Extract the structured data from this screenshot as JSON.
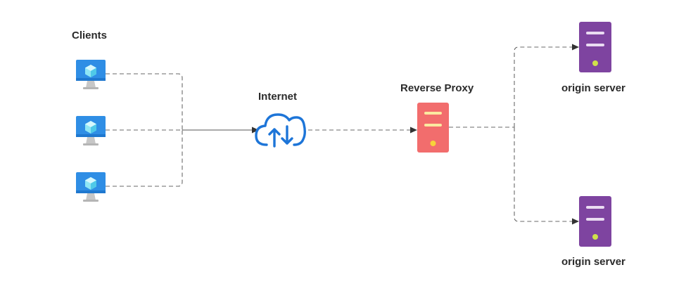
{
  "labels": {
    "clients": "Clients",
    "internet": "Internet",
    "reverse_proxy": "Reverse Proxy",
    "origin_server_top": "origin server",
    "origin_server_bottom": "origin server"
  },
  "colors": {
    "monitor_blue": "#2f8ee5",
    "monitor_stand": "#c7c7c7",
    "cloud_blue": "#1d75d8",
    "proxy_red": "#f26d6d",
    "proxy_stripe": "#fbe9a0",
    "origin_purple": "#7e44a0",
    "origin_stripe": "#eadcf2",
    "origin_led": "#cfe04a",
    "connector": "#6a6a6a"
  },
  "icons": {
    "client": "desktop-monitor-icon",
    "internet": "cloud-upload-download-icon",
    "proxy": "server-icon",
    "origin": "server-icon"
  }
}
